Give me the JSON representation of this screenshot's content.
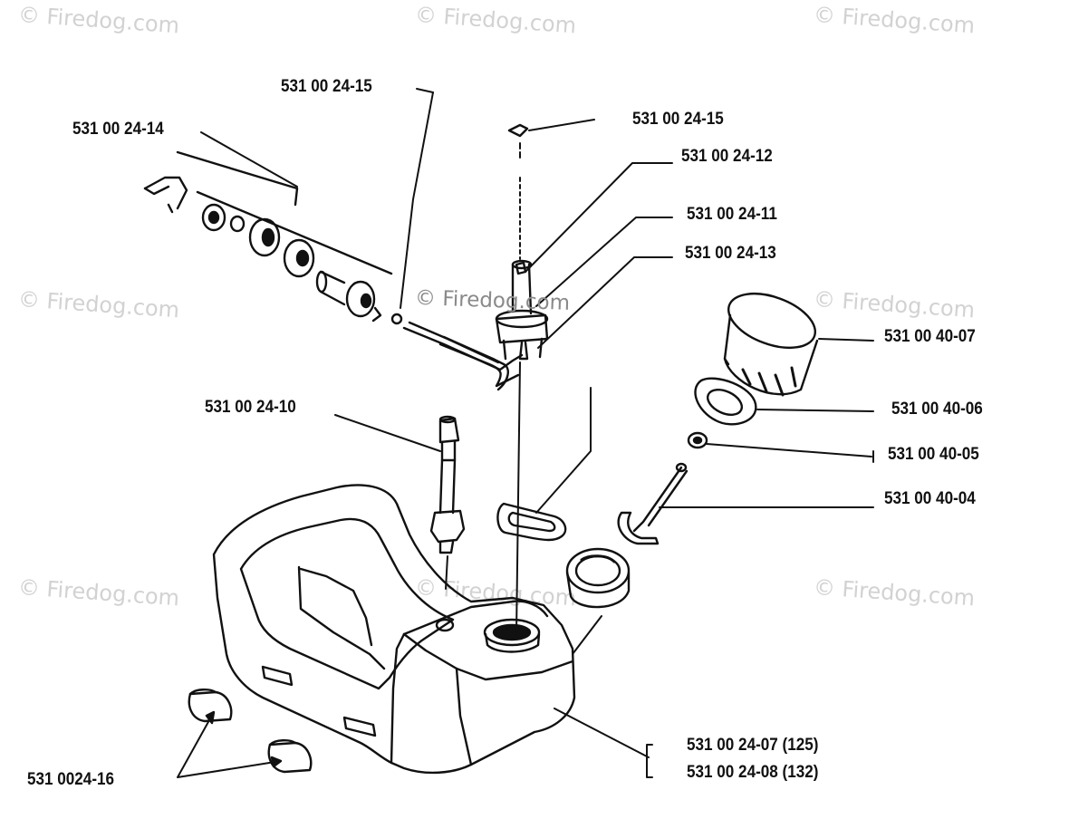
{
  "watermark": {
    "text": "© Firedog.com",
    "center_text": "© Firedog.com"
  },
  "labels": {
    "p_24_15_top": "531 00 24-15",
    "p_24_14": "531 00 24-14",
    "p_24_15_right": "531 00 24-15",
    "p_24_12": "531 00 24-12",
    "p_24_11": "531 00 24-11",
    "p_24_13": "531 00 24-13",
    "p_40_07": "531 00 40-07",
    "p_40_06": "531 00 40-06",
    "p_40_05": "531 00 40-05",
    "p_40_04": "531 00 40-04",
    "p_24_10": "531 00 24-10",
    "p_24_07": "531 00 24-07 (125)",
    "p_24_08": "531 00 24-08 (132)",
    "p_24_16": "531 0024-16"
  },
  "colors": {
    "ink": "#111111",
    "watermark": "#d2d2d2",
    "background": "#ffffff"
  }
}
